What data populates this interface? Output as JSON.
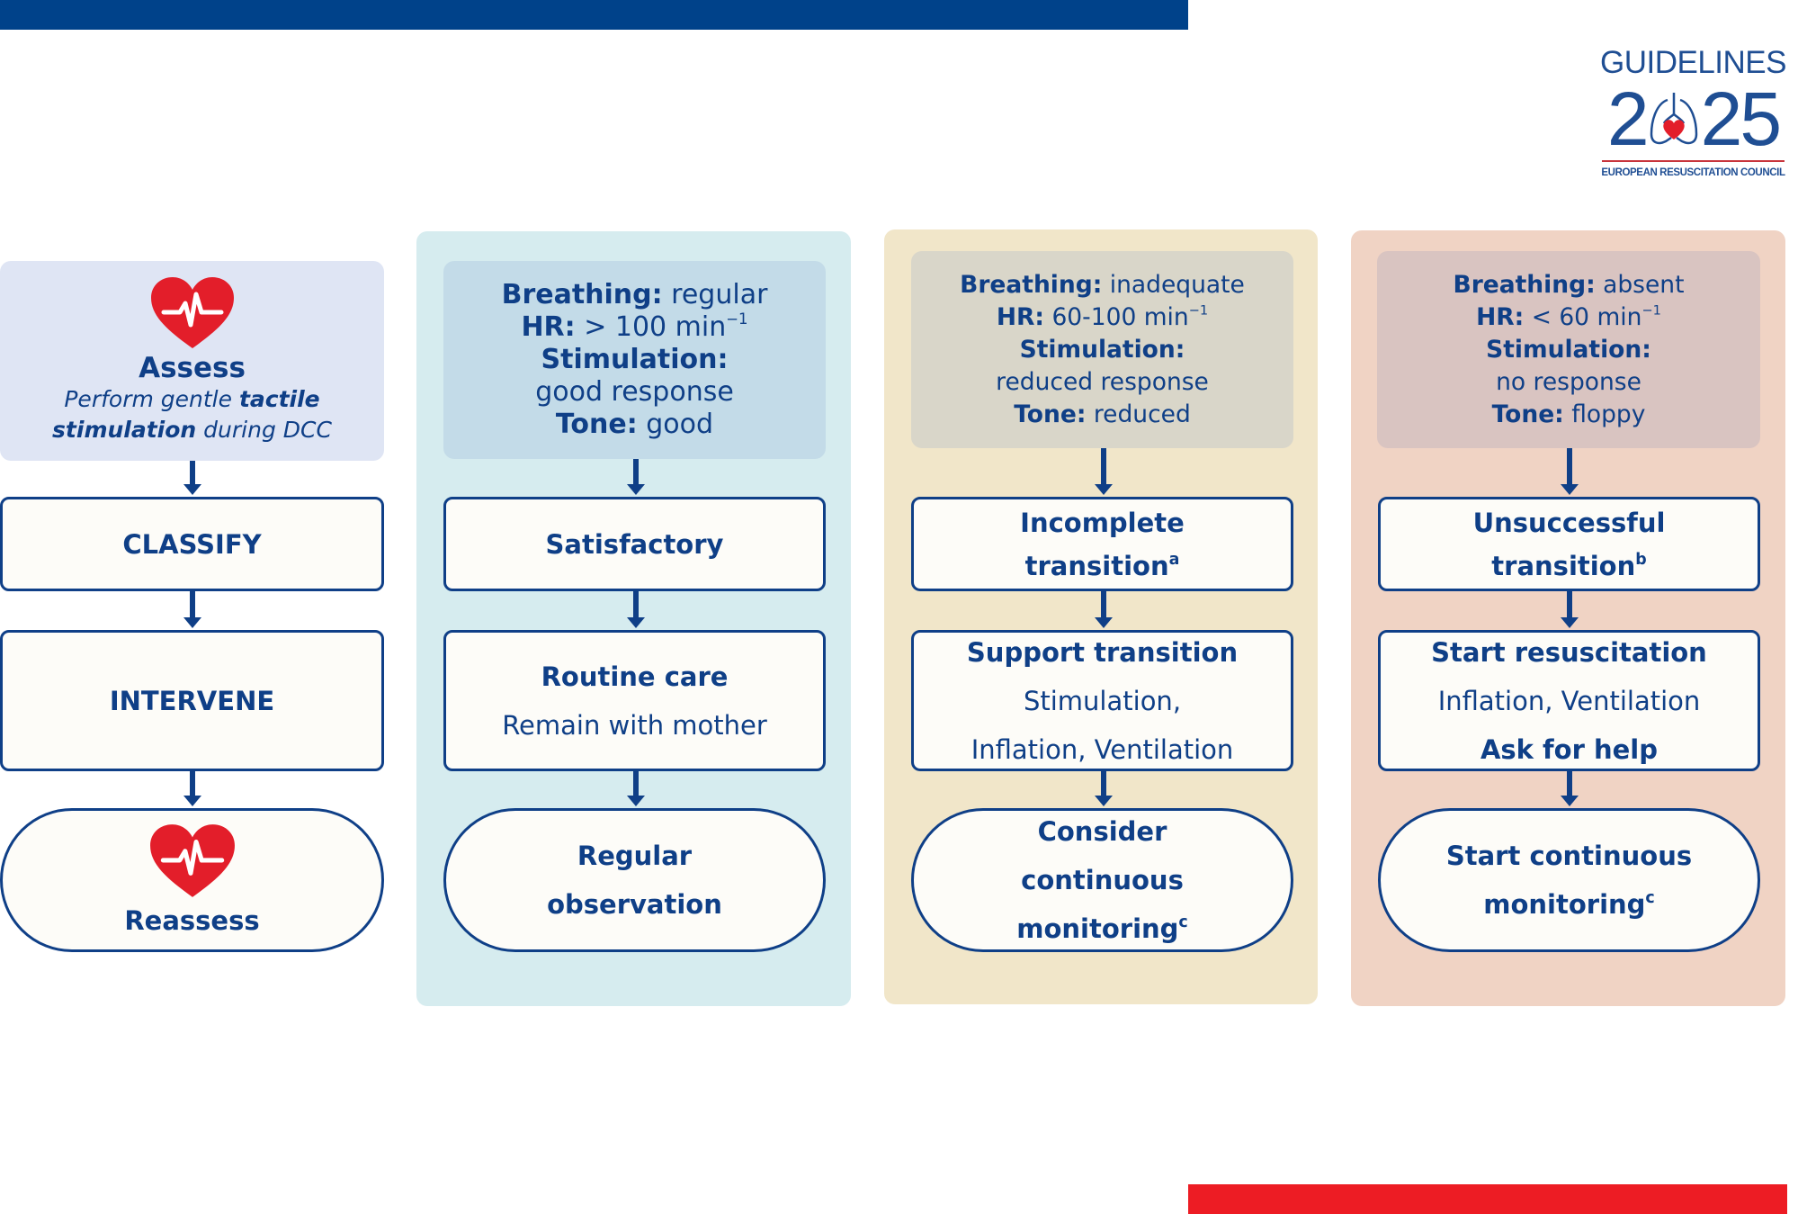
{
  "colors": {
    "brand_blue": "#00428A",
    "text_blue": "#0F3F87",
    "accent_red": "#ED1C24",
    "assess_bg": "#DFE5F4",
    "satisfactory_panel": "#D6ECEF",
    "incomplete_panel": "#F1E6C9",
    "unsuccessful_panel": "#F0D3C4"
  },
  "logo": {
    "guidelines": "GUIDELINES",
    "year_prefix": "2",
    "year_suffix": "25",
    "organisation": "EUROPEAN RESUSCITATION COUNCIL",
    "icon": "lungs-heart-icon"
  },
  "steps_column": {
    "assess": {
      "icon": "heart-pulse-icon",
      "title": "Assess",
      "text_1": "Perform gentle ",
      "text_bold_1": "tactile",
      "text_bold_2": "stimulation",
      "text_2": " during DCC"
    },
    "classify": "CLASSIFY",
    "intervene": "INTERVENE",
    "reassess": {
      "icon": "heart-pulse-icon",
      "title": "Reassess"
    }
  },
  "columns": [
    {
      "id": "satisfactory",
      "criteria": {
        "breathing_label": "Breathing:",
        "breathing_value": " regular",
        "hr_label": "HR:",
        "hr_value": " > 100 min",
        "hr_unit_sup": "−1",
        "stimulation_label": "Stimulation:",
        "stimulation_value": "good response",
        "tone_label": "Tone:",
        "tone_value": " good"
      },
      "classify": {
        "title": "Satisfactory",
        "footnote": ""
      },
      "intervene": {
        "title": "Routine care",
        "lines": [
          "Remain with mother"
        ]
      },
      "reassess": {
        "lines": [
          "Regular",
          "observation"
        ],
        "footnote": ""
      }
    },
    {
      "id": "incomplete",
      "criteria": {
        "breathing_label": "Breathing:",
        "breathing_value": " inadequate",
        "hr_label": "HR:",
        "hr_value": " 60-100 min",
        "hr_unit_sup": "−1",
        "stimulation_label": "Stimulation:",
        "stimulation_value": "reduced response",
        "tone_label": "Tone:",
        "tone_value": " reduced"
      },
      "classify": {
        "title_1": "Incomplete",
        "title_2": "transition",
        "footnote": "a"
      },
      "intervene": {
        "title": "Support transition",
        "lines": [
          "Stimulation,",
          "Inflation, Ventilation"
        ]
      },
      "reassess": {
        "lines": [
          "Consider",
          "continuous",
          "monitoring"
        ],
        "footnote": "c"
      }
    },
    {
      "id": "unsuccessful",
      "criteria": {
        "breathing_label": "Breathing:",
        "breathing_value": " absent",
        "hr_label": "HR:",
        "hr_value": " < 60 min",
        "hr_unit_sup": "−1",
        "stimulation_label": "Stimulation:",
        "stimulation_value": "no response",
        "tone_label": "Tone:",
        "tone_value": " floppy"
      },
      "classify": {
        "title_1": "Unsuccessful",
        "title_2": "transition",
        "footnote": "b"
      },
      "intervene": {
        "title": "Start resuscitation",
        "lines": [
          "Inflation, Ventilation"
        ],
        "bold_line": "Ask for help"
      },
      "reassess": {
        "lines": [
          "Start continuous",
          "monitoring"
        ],
        "footnote": "c"
      }
    }
  ]
}
